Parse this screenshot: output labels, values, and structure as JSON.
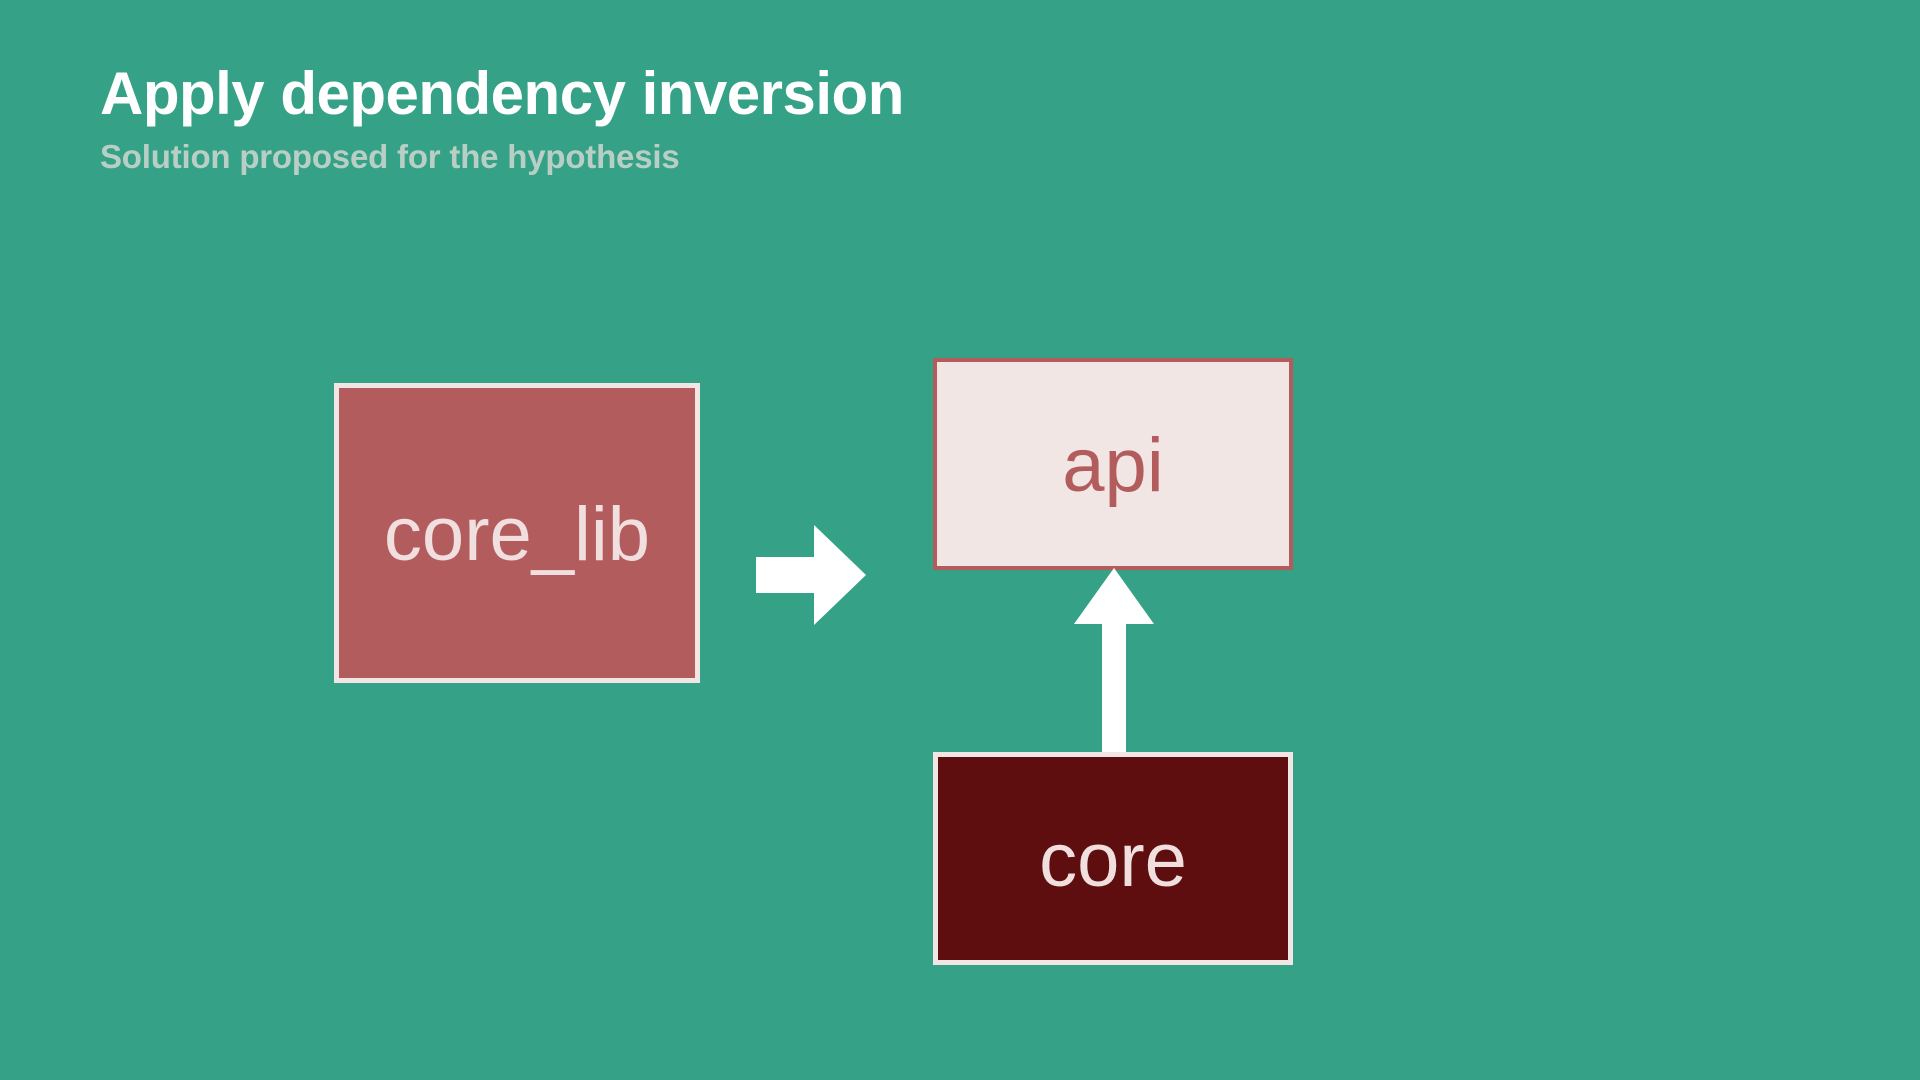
{
  "slide": {
    "title": "Apply dependency inversion",
    "subtitle": "Solution proposed for the hypothesis",
    "background_color": "#35A287",
    "title_color": "#FFFFFF",
    "subtitle_color": "#B9CFC6"
  },
  "diagram": {
    "type": "dependency-graph",
    "nodes": [
      {
        "id": "core_lib",
        "label": "core_lib",
        "fill": "#B35C5E",
        "border_color": "#F2E6E4",
        "text_color": "#F0DFDE"
      },
      {
        "id": "api",
        "label": "api",
        "fill": "#F2E6E4",
        "border_color": "#B35C5E",
        "text_color": "#B35C5E"
      },
      {
        "id": "core",
        "label": "core",
        "fill": "#5E0E0E",
        "border_color": "#F2E6E4",
        "text_color": "#F0DFDE"
      }
    ],
    "edges": [
      {
        "from": "core_lib",
        "to": "api",
        "direction": "right",
        "color": "#FFFFFF"
      },
      {
        "from": "core",
        "to": "api",
        "direction": "up",
        "color": "#FFFFFF"
      }
    ]
  }
}
